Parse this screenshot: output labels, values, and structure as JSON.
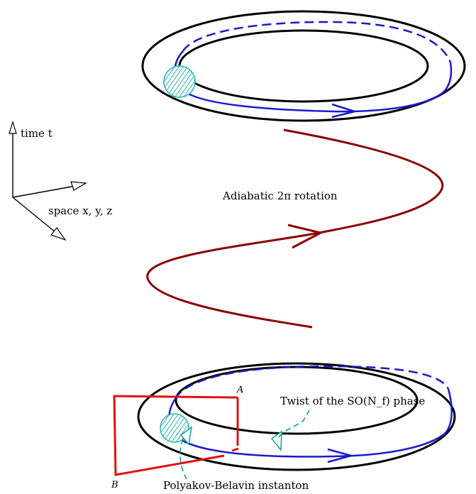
{
  "labels": {
    "time_axis": "time t",
    "space_axis": "space x, y, z",
    "rotation": "Adiabatic 2π rotation",
    "twist": "Twist of the SO(N_f) phase",
    "instanton": "Polyakov-Belavin instanton",
    "point_a": "A",
    "point_b": "B"
  },
  "colors": {
    "torus_outline": "#000000",
    "string_loop": "#1a1acc",
    "rotation_path": "#8b0000",
    "surface_boundary": "#e01010",
    "instanton_blob": "#22b5b5"
  }
}
